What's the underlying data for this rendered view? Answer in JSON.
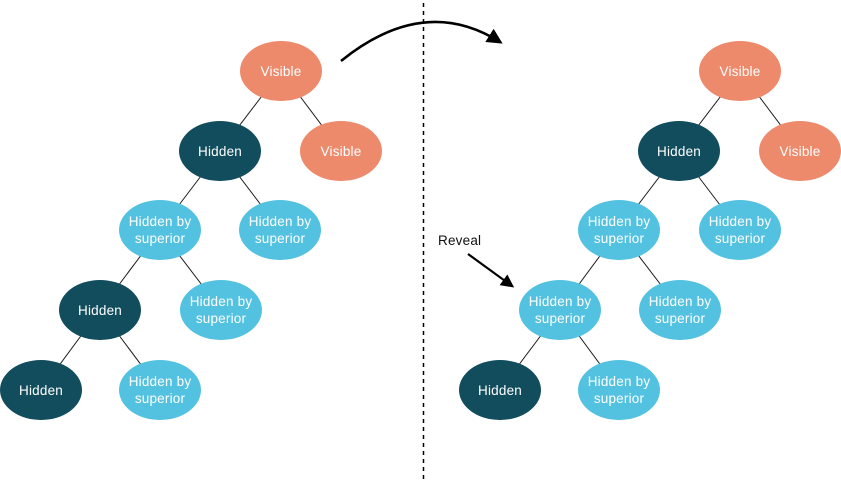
{
  "colors": {
    "visible": "#EE8A6C",
    "hidden": "#114D5D",
    "hidden-by-superior": "#53C2E1",
    "edge": "#1b1b1b",
    "arrow": "#000000",
    "node_text": "#ffffff"
  },
  "annotations": {
    "reveal_label": "Reveal"
  },
  "trees": {
    "left": {
      "nodes": [
        {
          "label": "Visible",
          "state": "visible"
        },
        {
          "label": "Hidden",
          "state": "hidden"
        },
        {
          "label": "Visible",
          "state": "visible"
        },
        {
          "label": "Hidden by superior",
          "state": "hidden-by-superior"
        },
        {
          "label": "Hidden by superior",
          "state": "hidden-by-superior"
        },
        {
          "label": "Hidden",
          "state": "hidden"
        },
        {
          "label": "Hidden by superior",
          "state": "hidden-by-superior"
        },
        {
          "label": "Hidden",
          "state": "hidden"
        },
        {
          "label": "Hidden by superior",
          "state": "hidden-by-superior"
        }
      ],
      "edges": [
        [
          0,
          1
        ],
        [
          0,
          2
        ],
        [
          1,
          3
        ],
        [
          1,
          4
        ],
        [
          3,
          5
        ],
        [
          3,
          6
        ],
        [
          5,
          7
        ],
        [
          5,
          8
        ]
      ]
    },
    "right": {
      "nodes": [
        {
          "label": "Visible",
          "state": "visible"
        },
        {
          "label": "Hidden",
          "state": "hidden"
        },
        {
          "label": "Visible",
          "state": "visible"
        },
        {
          "label": "Hidden by superior",
          "state": "hidden-by-superior"
        },
        {
          "label": "Hidden by superior",
          "state": "hidden-by-superior"
        },
        {
          "label": "Hidden by superior",
          "state": "hidden-by-superior"
        },
        {
          "label": "Hidden by superior",
          "state": "hidden-by-superior"
        },
        {
          "label": "Hidden",
          "state": "hidden"
        },
        {
          "label": "Hidden by superior",
          "state": "hidden-by-superior"
        }
      ],
      "edges": [
        [
          0,
          1
        ],
        [
          0,
          2
        ],
        [
          1,
          3
        ],
        [
          1,
          4
        ],
        [
          3,
          5
        ],
        [
          3,
          6
        ],
        [
          5,
          7
        ],
        [
          5,
          8
        ]
      ]
    }
  }
}
